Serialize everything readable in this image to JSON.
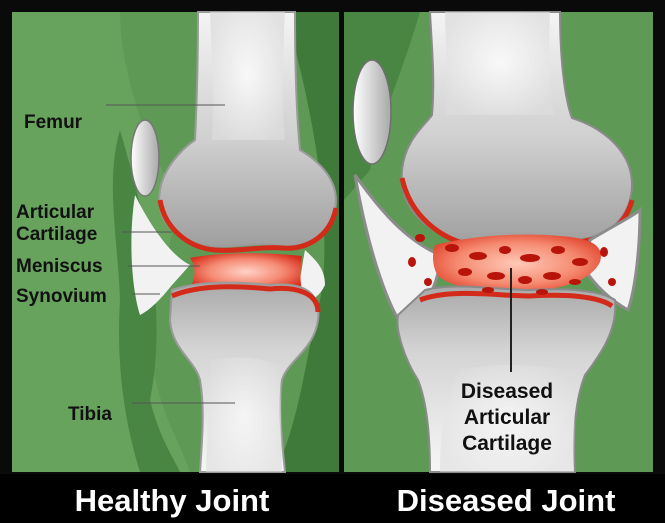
{
  "panels": {
    "healthy": {
      "labels": {
        "femur": "Femur",
        "articular": "Articular",
        "cartilage": "Cartilage",
        "meniscus": "Meniscus",
        "synovium": "Synovium",
        "tibia": "Tibia"
      },
      "caption": "Healthy Joint"
    },
    "diseased": {
      "labels": {
        "line1": "Diseased",
        "line2": "Articular",
        "line3": "Cartilage"
      },
      "caption": "Diseased Joint"
    }
  },
  "colors": {
    "background_green": "#5e9a55",
    "dark_green": "#3f7a3a",
    "bone_light": "#f2f2f2",
    "bone_shade": "#bdbdbd",
    "cartilage_red": "#d42a1a",
    "cartilage_pink": "#f59a8a",
    "caption_bar": "#000000"
  }
}
